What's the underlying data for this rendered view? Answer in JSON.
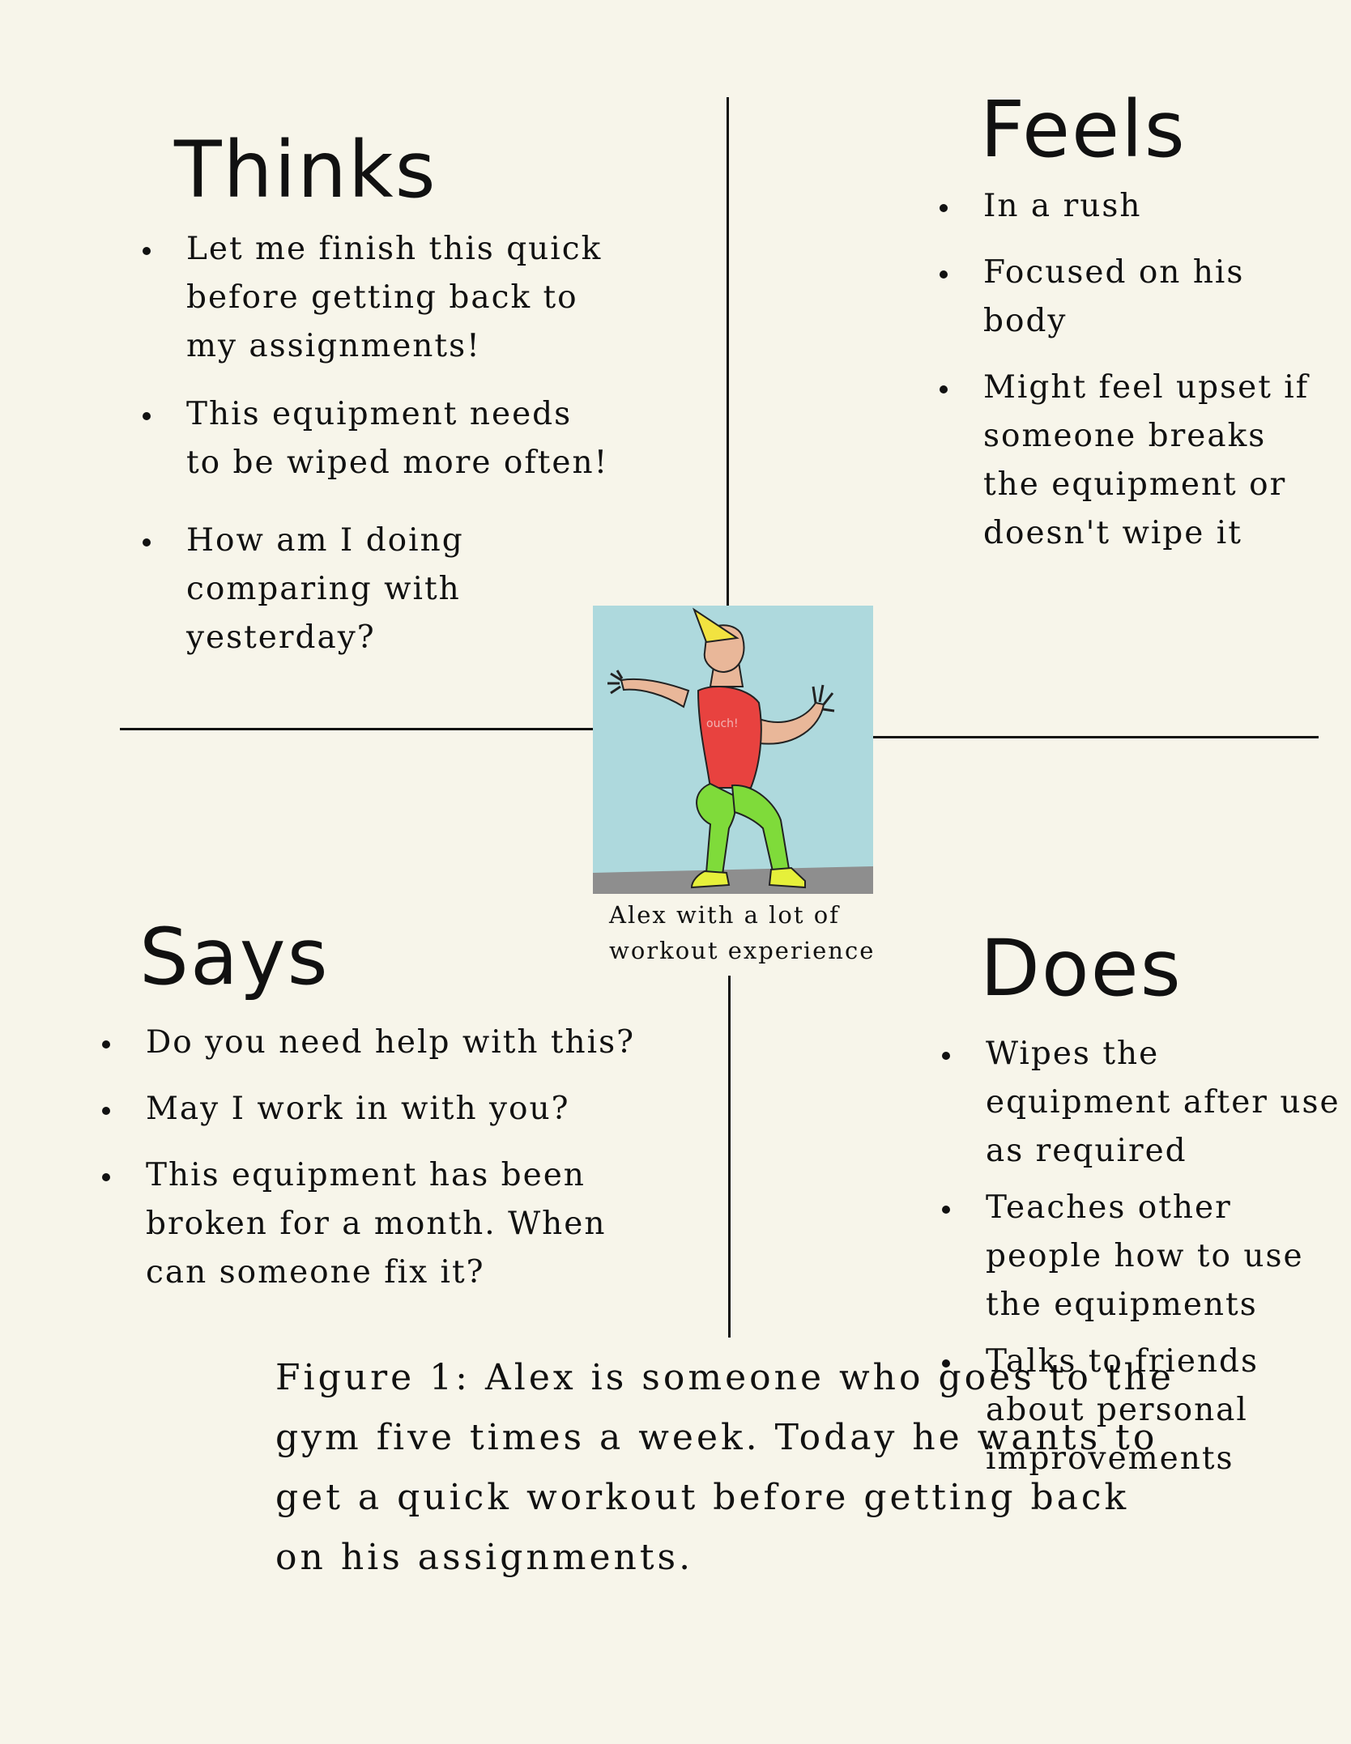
{
  "quadrants": {
    "thinks": {
      "heading": "Thinks",
      "items": [
        "Let me finish this quick before getting back to my assignments!",
        "This equipment needs to be wiped more often!",
        "How am I doing comparing with yesterday?"
      ]
    },
    "feels": {
      "heading": "Feels",
      "items": [
        "In a rush",
        "Focused on his body",
        "Might feel upset if someone breaks the equipment or doesn't wipe it"
      ]
    },
    "says": {
      "heading": "Says",
      "items": [
        "Do you need help with this?",
        "May I work in with you?",
        "This equipment has been broken for a month. When can someone fix it?"
      ]
    },
    "does": {
      "heading": "Does",
      "items": [
        "Wipes the equipment after use as required",
        "Teaches other people how to use the equipments",
        "Talks to friends about personal improvements"
      ]
    }
  },
  "center": {
    "shirt_text": "ouch!",
    "caption": "Alex with a lot of workout experience"
  },
  "figure_caption": "Figure 1: Alex is someone who goes to the gym five times a week. Today he wants to get a quick workout before getting back on his assignments.",
  "colors": {
    "background": "#f7f5ea",
    "ink": "#111111",
    "sky": "#aed9dd",
    "floor": "#8e8e8e",
    "shirt": "#e8423f",
    "pants": "#7fdb3a",
    "hat": "#f2e340",
    "skin": "#e9b799"
  }
}
